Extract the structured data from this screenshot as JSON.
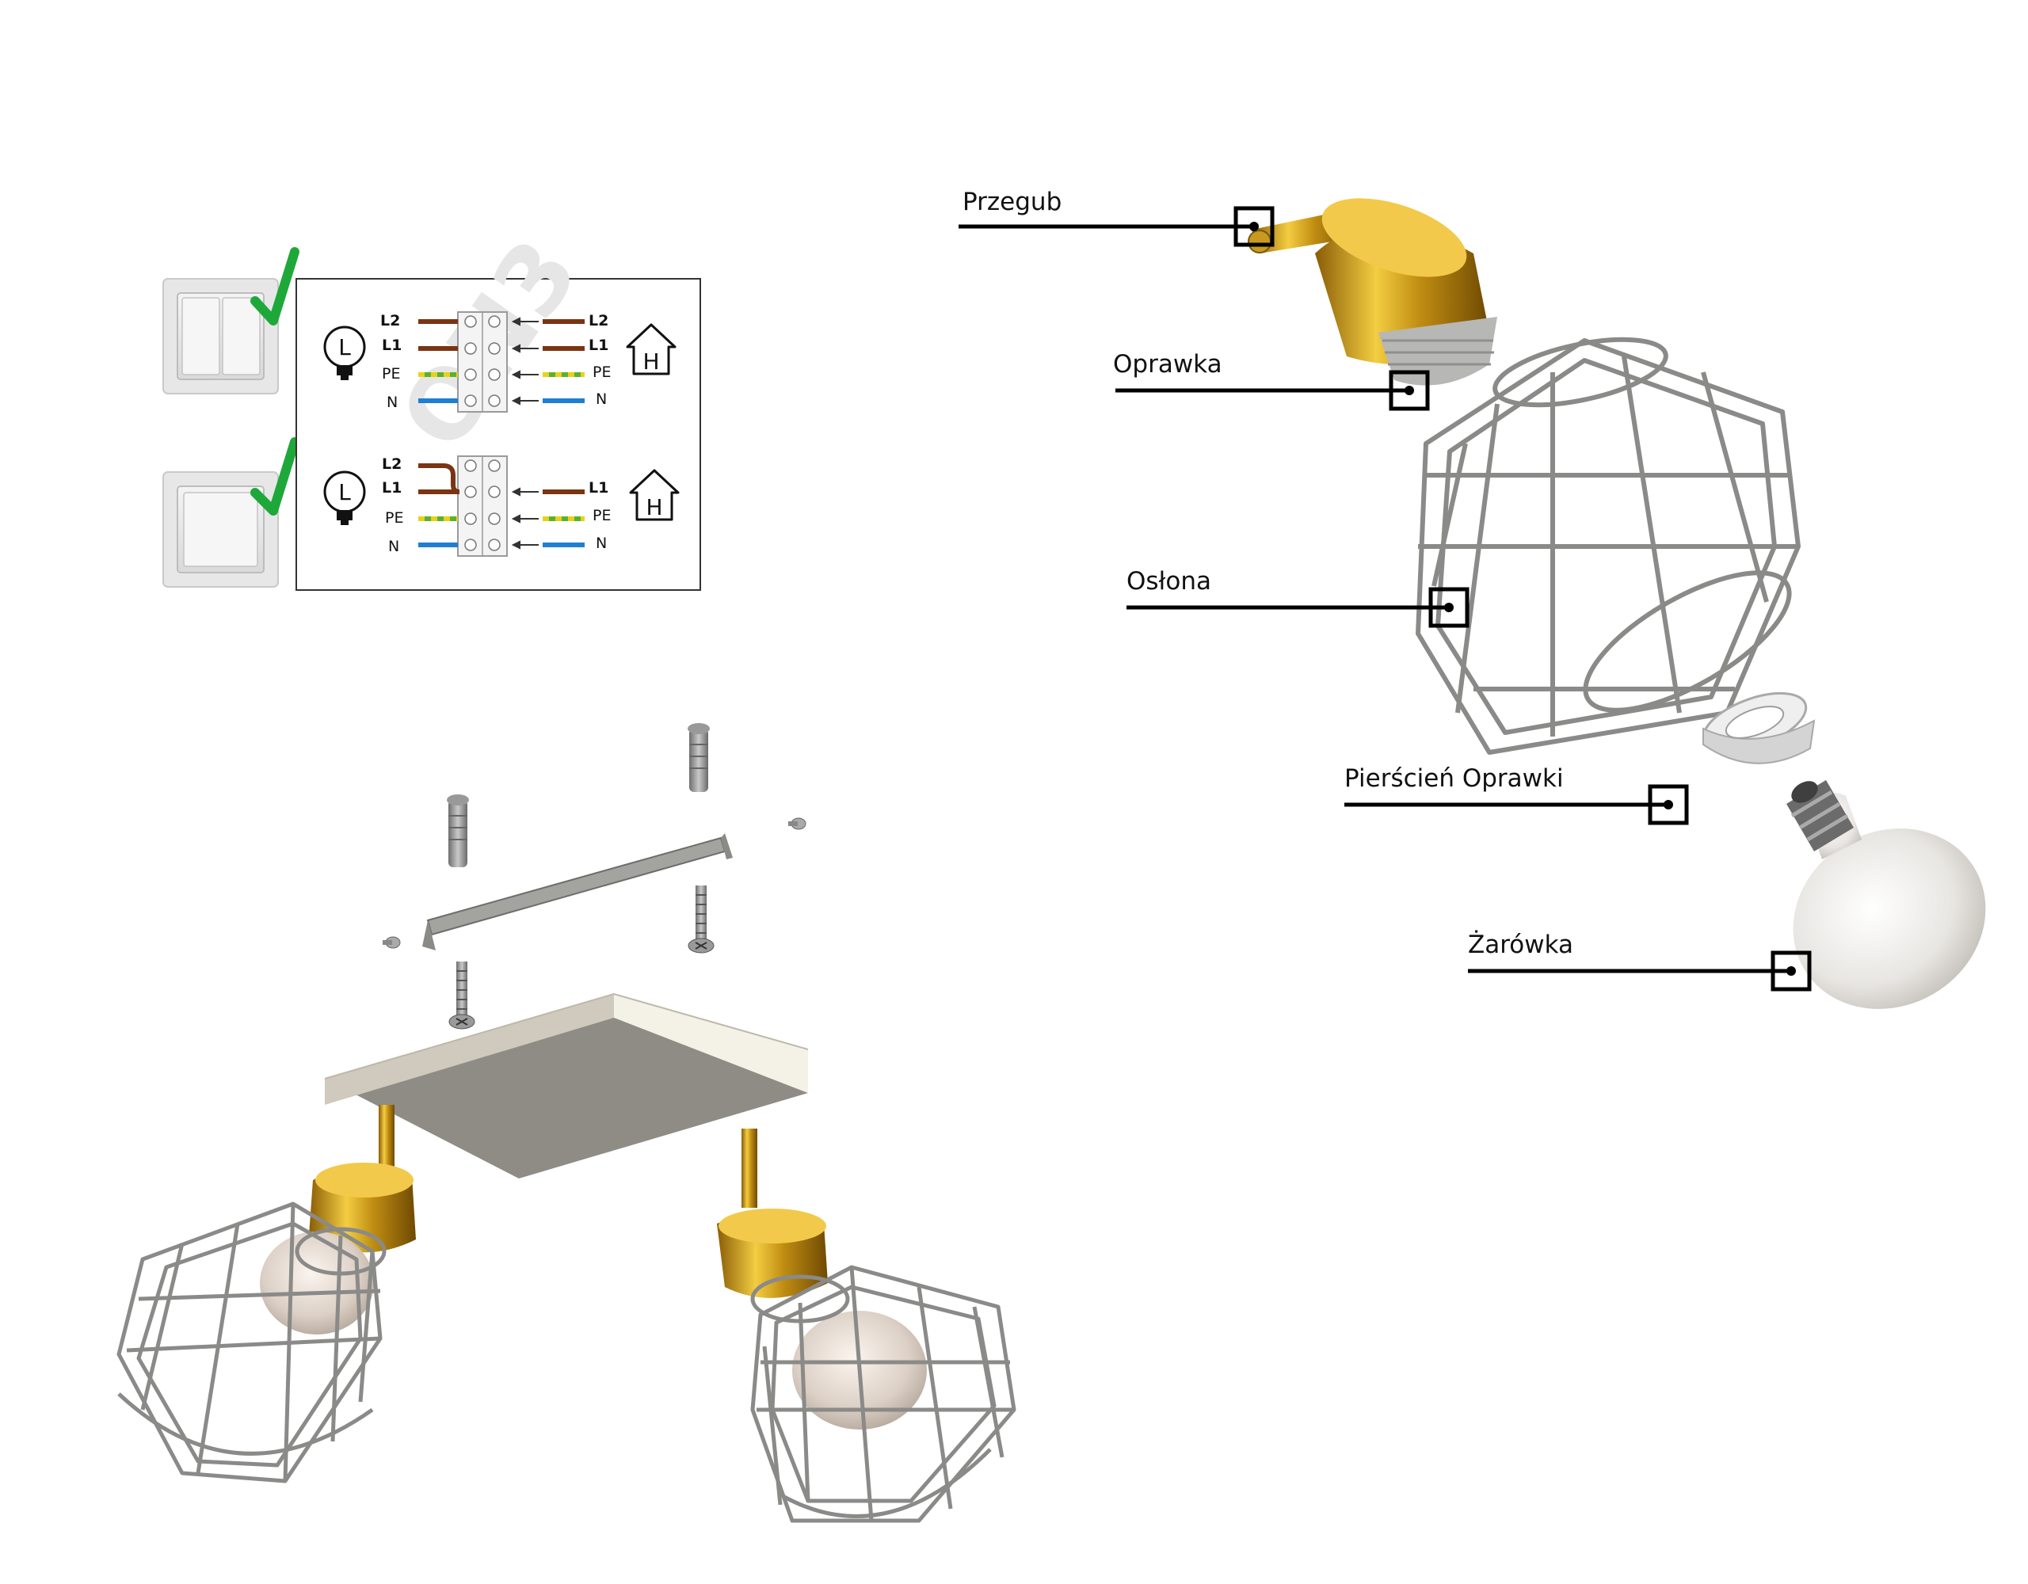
{
  "callouts": {
    "przegub": "Przegub",
    "oprawka": "Oprawka",
    "oslona": "Osłona",
    "pierscien": "Pierścień Oprawki",
    "zarowka": "Żarówka"
  },
  "wiring": {
    "double_switch": {
      "left_labels": [
        "L2",
        "L1",
        "PE",
        "N"
      ],
      "right_labels": [
        "L2",
        "L1",
        "PE",
        "N"
      ]
    },
    "single_switch": {
      "left_labels": [
        "L2",
        "L1",
        "PE",
        "N"
      ],
      "right_labels": [
        "L1",
        "PE",
        "N"
      ]
    },
    "lamp_letter": "L",
    "house_letter": "H"
  },
  "colors": {
    "live_wire": "#7a3412",
    "earth_wire_green": "#5cb030",
    "earth_wire_yellow": "#e8d21a",
    "neutral_wire": "#1f7fd0",
    "check_mark": "#1fa83a",
    "brass": "#c89a18",
    "cage_metal": "#8a8a88",
    "canopy_grey": "#8f8c85"
  }
}
